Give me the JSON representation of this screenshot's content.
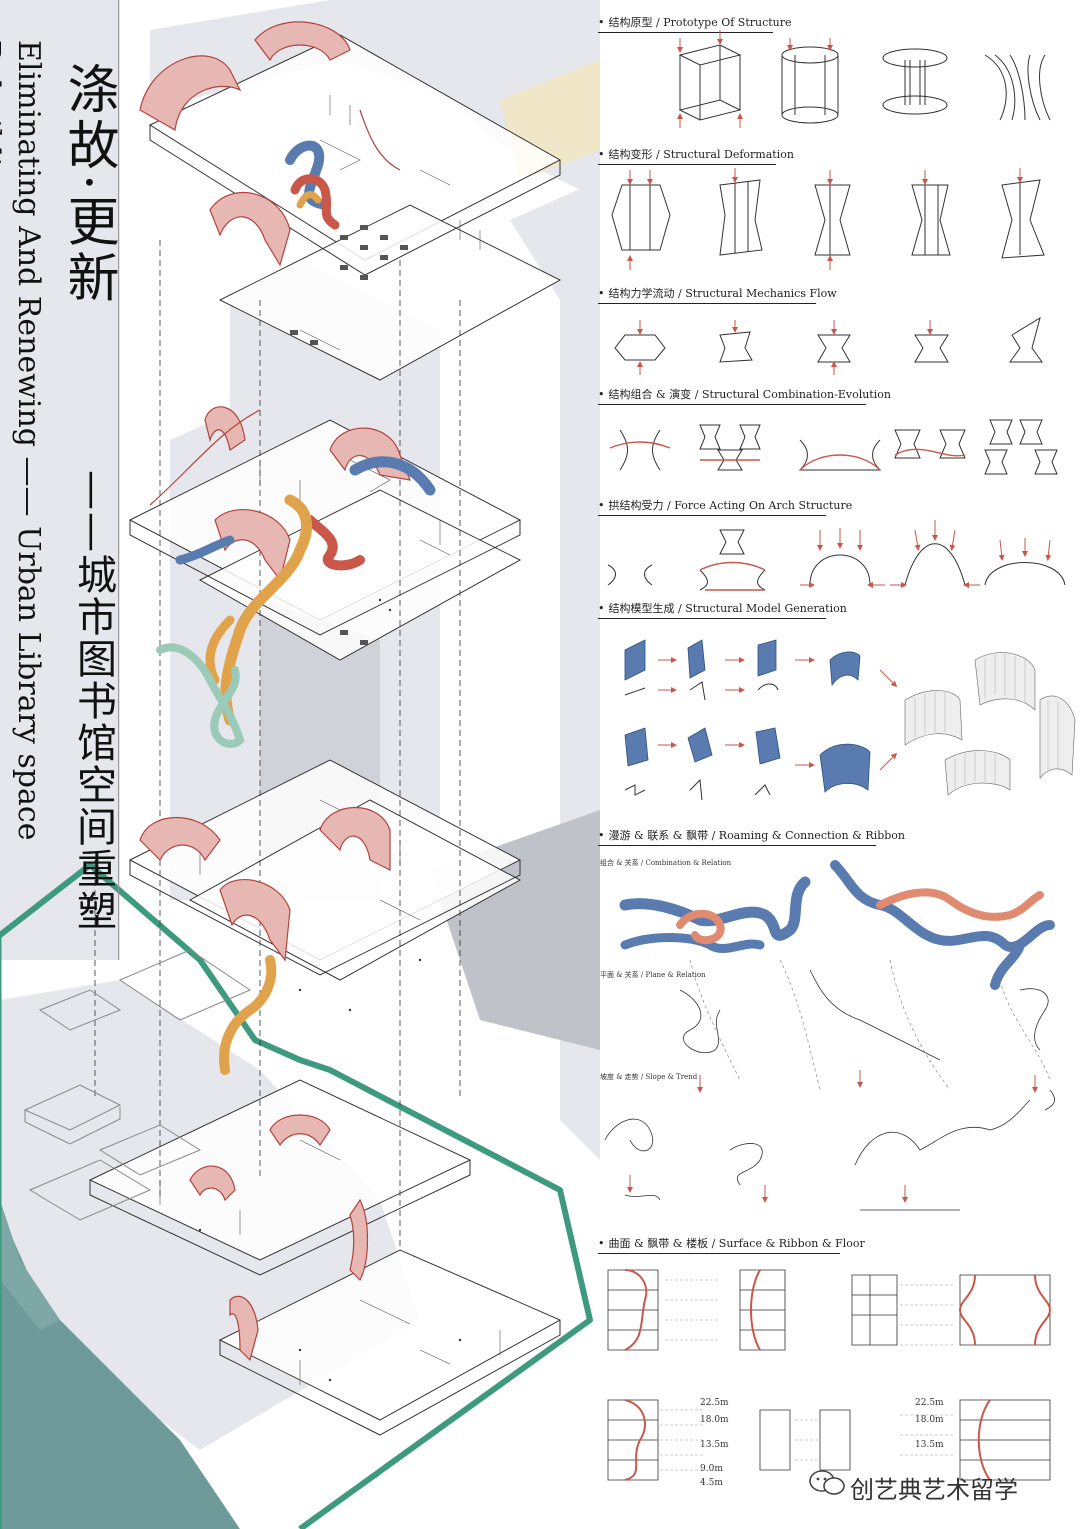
{
  "title": {
    "cn_main": "涤故·更新",
    "cn_sub": "——城市图书馆空间重塑",
    "en": "Eliminating And Renewing —— Urban Library space Rebuilding",
    "dots": "• •"
  },
  "sections": [
    {
      "cn": "结构原型",
      "en": "Prototype Of Structure"
    },
    {
      "cn": "结构变形",
      "en": "Structural Deformation"
    },
    {
      "cn": "结构力学流动",
      "en": "Structural Mechanics Flow"
    },
    {
      "cn": "结构组合 & 演变",
      "en": "Structural Combination-Evolution"
    },
    {
      "cn": "拱结构受力",
      "en": "Force Acting On Arch Structure"
    },
    {
      "cn": "结构模型生成",
      "en": "Structural Model Generation"
    },
    {
      "cn": "漫游 & 联系 & 飘带",
      "en": "Roaming & Connection & Ribbon"
    },
    {
      "cn": "曲面 & 飘带 & 楼板",
      "en": "Surface & Ribbon & Floor"
    }
  ],
  "subheads": {
    "combination": "组合 & 关系 / Combination & Relation",
    "plane": "平面 & 关系 / Plane & Relation",
    "slope": "坡度 & 走势 / Slope & Trend"
  },
  "levels": {
    "left": [
      "22.5m",
      "18.0m",
      "13.5m",
      "9.0m",
      "4.5m"
    ],
    "right": [
      "22.5m",
      "18.0m",
      "13.5m"
    ]
  },
  "watermark": "创艺典艺术留学",
  "colors": {
    "blue": "#5a7bb0",
    "red": "#c9574a",
    "orange": "#e0a24a",
    "green": "#3e9a7e",
    "teal": "#9ccab9",
    "river": "#6f9a9a",
    "ribbon_pink": "#c98a86",
    "line": "#333333"
  }
}
